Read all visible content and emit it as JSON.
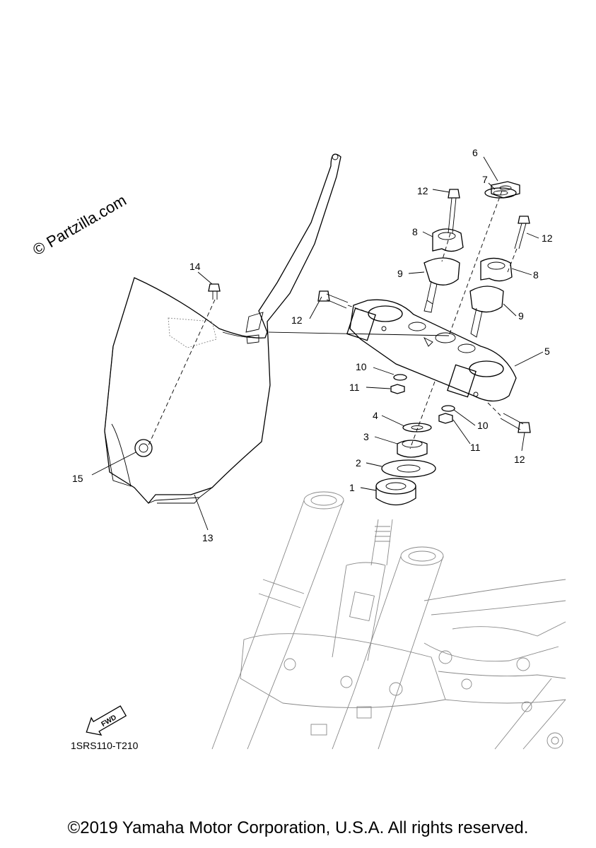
{
  "watermark": "© Partzilla.com",
  "diagram_code": "1SRS110-T210",
  "fwd_label": "FWD",
  "copyright": "©2019 Yamaha Motor Corporation, U.S.A. All rights reserved.",
  "callouts": {
    "c1": "1",
    "c2": "2",
    "c3": "3",
    "c4": "4",
    "c5": "5",
    "c6": "6",
    "c7": "7",
    "c8a": "8",
    "c8b": "8",
    "c9a": "9",
    "c9b": "9",
    "c10a": "10",
    "c10b": "10",
    "c11a": "11",
    "c11b": "11",
    "c12a": "12",
    "c12b": "12",
    "c12c": "12",
    "c12d": "12",
    "c13": "13",
    "c14": "14",
    "c15": "15"
  }
}
